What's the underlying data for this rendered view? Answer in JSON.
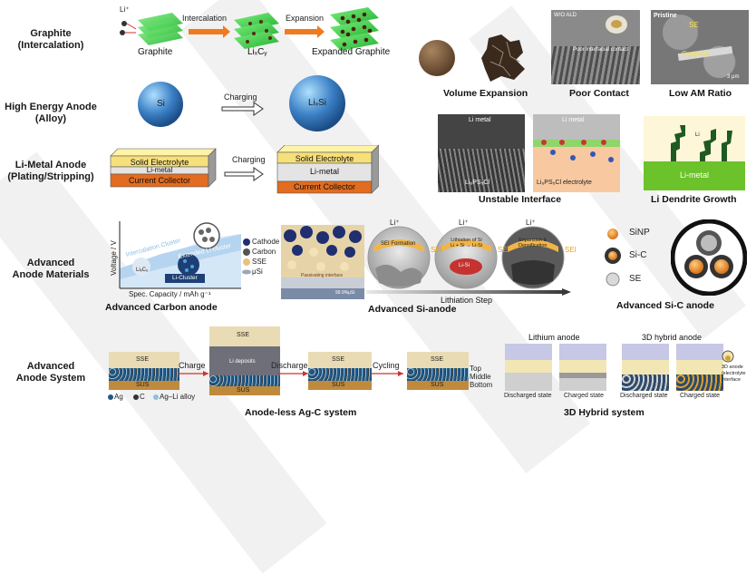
{
  "rows": {
    "graphite": "Graphite\n(Intercalation)",
    "alloy": "High Energy Anode\n(Alloy)",
    "limetal": "Li-Metal Anode\n(Plating/Stripping)",
    "materials": "Advanced\nAnode Materials",
    "system": "Advanced\nAnode System"
  },
  "graphite_row": {
    "li_ion": "Li⁺",
    "intercalation": "Intercalation",
    "expansion": "Expansion",
    "graphite": "Graphite",
    "lixcy": "LiₓCᵧ",
    "expanded": "Expanded Graphite"
  },
  "alloy_row": {
    "si": "Si",
    "lixsi": "LiₓSi",
    "charging": "Charging"
  },
  "limetal_row": {
    "charging": "Charging",
    "solid_electrolyte": "Solid Electrolyte",
    "li_metal": "Li-metal",
    "current_collector": "Current Collector"
  },
  "issues": {
    "volume": "Volume Expansion",
    "contact": "Poor Contact",
    "lowam": "Low AM  Ratio",
    "unstable": "Unstable Interface",
    "dendrite": "Li Dendrite Growth",
    "wo_ald": "W/O ALD",
    "poor_interfacial": "Poor interfacial contact",
    "pristine": "Pristine",
    "se": "SE",
    "graphite": "Graphite",
    "scale": "3 μm",
    "li_metal": "Li metal",
    "li6ps5cl": "Li₆PS₅Cl",
    "electrolyte": "Li₆PS₅Cl electrolyte",
    "li": "Li",
    "li_metal2": "Li-metal"
  },
  "materials_row": {
    "carbon_title": "Advanced  Carbon anode",
    "ylabel": "Voltage / V",
    "xlabel": "Spec. Capacity / mAh g⁻¹",
    "intercalation": "Intercalation Cluster",
    "extended": "Extended Li cluster",
    "li_cluster": "Li-Cluster",
    "lixc": "LiₓC₆",
    "cathode": "Cathode",
    "carbon": "Carbon",
    "sse": "SSE",
    "usi": "μSi",
    "passivating": "Passivating interface",
    "pct": "99.9%μSi",
    "si_title": "Advanced  Si-anode",
    "lithiation": "Lithiation Step",
    "sei_formation": "SEI Formation",
    "lithiation_bubble": "Lithiation of Si\nLi + Si → Li-Si",
    "expansion_bubble": "Expansion &\nDensification",
    "sei": "SEI",
    "li_plus": "Li⁺",
    "lisi": "Li-Si",
    "sic_title": "Advanced  Si-C anode",
    "sinp": "SiNP",
    "sic": "Si-C",
    "se": "SE"
  },
  "system_row": {
    "sse": "SSE",
    "sus": "SUS",
    "charge": "Charge",
    "discharge": "Discharge",
    "cycling": "Cycling",
    "li_deposits": "Li deposits",
    "top": "Top",
    "middle": "Middle",
    "bottom": "Bottom",
    "ag": "Ag",
    "c": "C",
    "agli": "Ag–Li alloy",
    "agc_title": "Anode-less Ag-C  system",
    "lithium_anode": "Lithium  anode",
    "hybrid_anode": "3D hybrid  anode",
    "discharged": "Discharged state",
    "charged": "Charged state",
    "anode_interface": "3D anode\n/electrolyte\ninterface",
    "hybrid_title": "3D Hybrid system"
  },
  "colors": {
    "green": "#3fd14a",
    "orange_arrow": "#f07a1e",
    "blue_sphere": "#3a7fc4",
    "electrolyte": "#f7e07a",
    "collector": "#e26c1f",
    "limetal": "#d9d9d9",
    "sse": "#e9dcb4",
    "sus": "#c08a3c"
  }
}
